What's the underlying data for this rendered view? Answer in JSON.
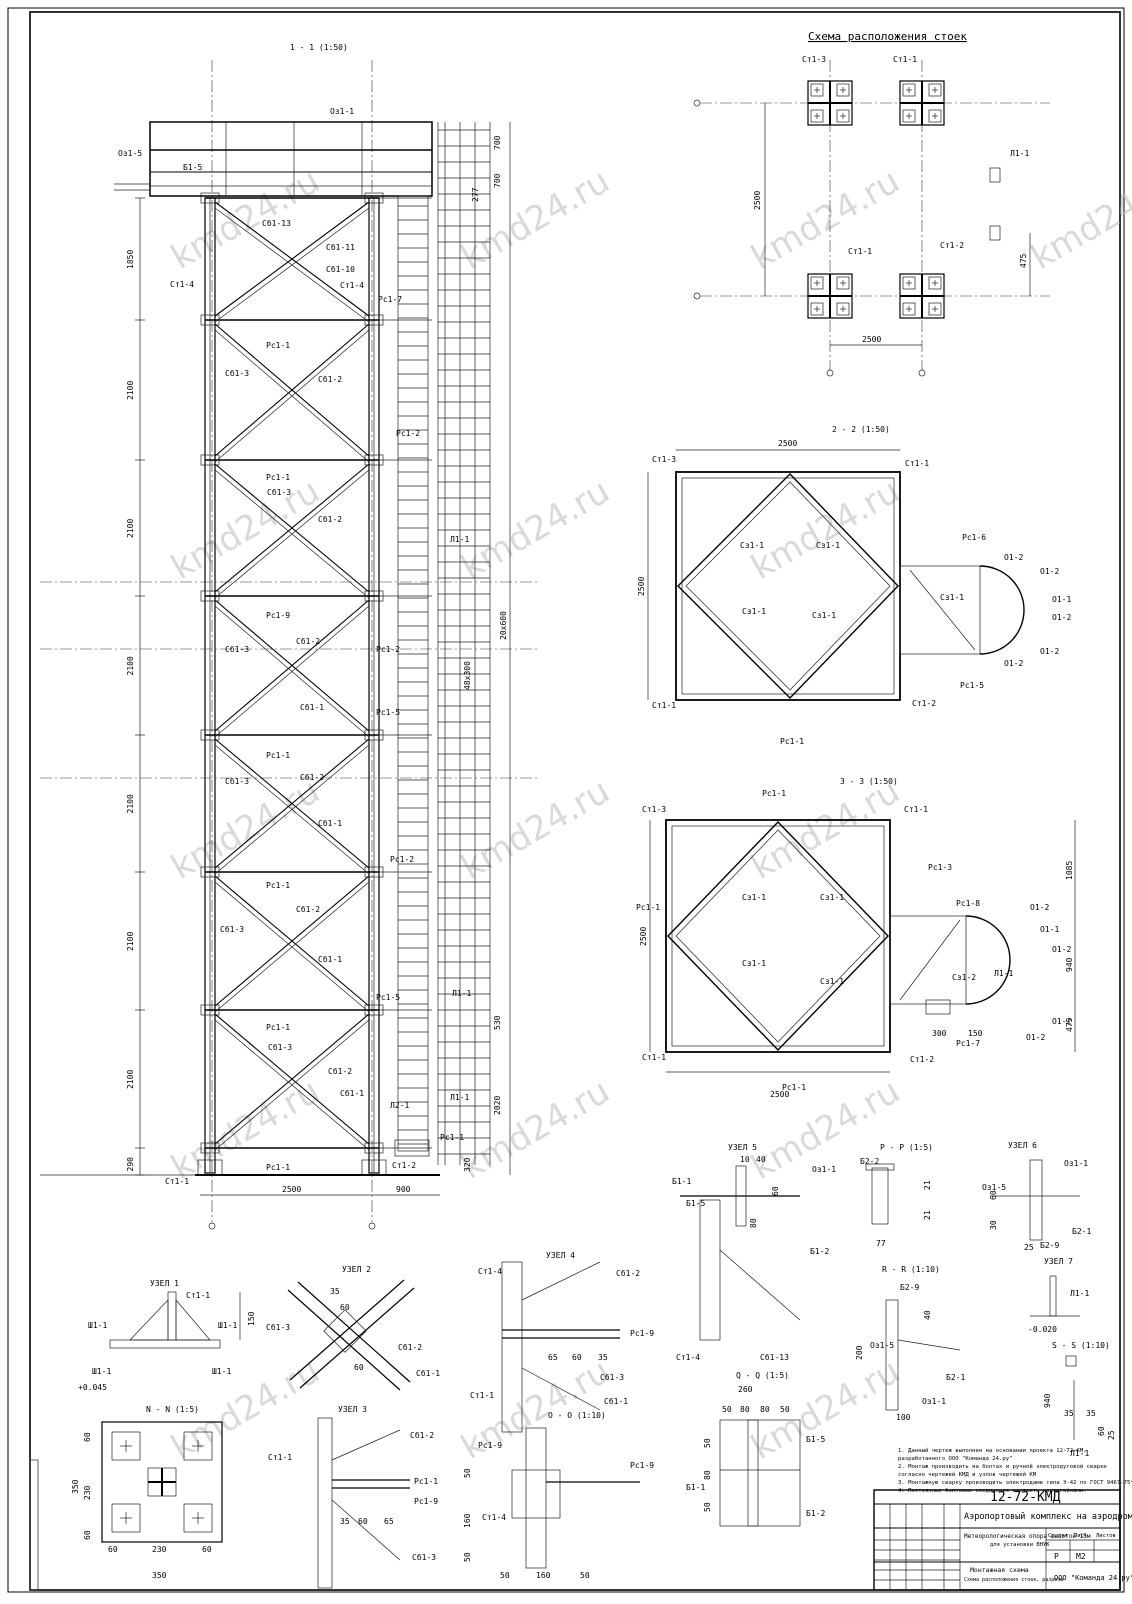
{
  "watermark": "kmd24.ru",
  "scheme_title": "Схема расположения стоек",
  "section_titles": {
    "s11": "1 - 1 (1:50)",
    "s22": "2 - 2 (1:50)",
    "s33": "3 - 3 (1:50)",
    "pp": "Р - Р (1:5)",
    "rr": "R - R (1:10)",
    "nn": "N - N (1:5)",
    "oo": "О - О (1:10)",
    "qq": "Q - Q (1:5)",
    "ss": "S - S (1:10)"
  },
  "nodes": {
    "n1": "УЗЕЛ 1",
    "n2": "УЗЕЛ 2",
    "n3": "УЗЕЛ 3",
    "n4": "УЗЕЛ 4",
    "n5": "УЗЕЛ 5",
    "n6": "УЗЕЛ 6",
    "n7": "УЗЕЛ 7"
  },
  "elev_dims": [
    "1850",
    "2100",
    "2100",
    "2100",
    "2100",
    "2100",
    "2100",
    "290"
  ],
  "right_dims": [
    "700",
    "700",
    "277",
    "20x600",
    "48x300",
    "530",
    "2020",
    "320"
  ],
  "bottom_dims": [
    "2500",
    "900"
  ],
  "scheme_dims": {
    "h": "2500",
    "w": "2500",
    "r": "475"
  },
  "s22_dims": {
    "w": "2500",
    "h": "2500"
  },
  "s33_dims": {
    "w": "2500",
    "h": "2500",
    "r1": "1085",
    "r2": "940",
    "r3": "475",
    "b1": "300",
    "b2": "150"
  },
  "labels": {
    "cm11": "Ст1-1",
    "cm12": "Ст1-2",
    "cm13": "Ст1-3",
    "cm14": "Ст1-4",
    "cm1": "Ст1-1",
    "sb11": "Сб1-1",
    "sb12": "Сб1-2",
    "sb13": "Сб1-3",
    "sb110": "Сб1-10",
    "sb111": "Сб1-11",
    "sb113": "Сб1-13",
    "pc11": "Рс1-1",
    "pc12": "Рс1-2",
    "pc13": "Рс1-3",
    "pc15": "Рс1-5",
    "pc16": "Рс1-6",
    "pc17": "Рс1-7",
    "pc18": "Рс1-8",
    "pc19": "Рс1-9",
    "oz11": "Оз1-1",
    "oz15": "Оз1-5",
    "b11": "Б1-1",
    "b15": "Б1-5",
    "b12": "Б1-2",
    "l11": "Л1-1",
    "l12": "Л2-1",
    "o12": "О1-2",
    "o11": "О1-1",
    "sz11": "Сз1-1",
    "sz12": "Сз1-2",
    "shi": "Ш1-1",
    "b22": "Б2-2",
    "b29": "Б2-9",
    "b21": "Б2-1"
  },
  "node_dims": {
    "d150": "150",
    "d35": "35",
    "d60": "60",
    "d65": "65",
    "d10": "10",
    "d40": "40",
    "d80": "80",
    "d21": "21",
    "d77": "77",
    "d30": "30",
    "d25": "25",
    "d200": "200",
    "d100": "100",
    "d260": "260",
    "d50": "50",
    "d160": "160",
    "d230": "230",
    "d350": "350",
    "d940": "940",
    "e0045": "+0.045",
    "e0020": "-0.020"
  },
  "notes": [
    "1. Данный чертеж выполнен на основании проекта 12-72-КМ,",
    "разработанного ООО \"Команда 24.ру\"",
    "2. Монтаж производить на болтах и ручной электродуговой сварке",
    "согласно чертежей КМД и узлов чертежей КМ",
    "3. Монтажную сварку производить электродами типа Э-42 по ГОСТ 9467-75*",
    "4. Постоянные болтовые соединения контрить контргайками."
  ],
  "stamp": {
    "code": "12-72-КМД",
    "project": "Аэропортовый комплекс на аэродроме \"Левашово\"",
    "object": "Метеорологическая опора высотой 15м",
    "object2": "для установки ВНУК",
    "sheet_name": "Монтажная схема",
    "sheet_name2": "Схема расположения стоек, разрезы",
    "stage_h": "Стадия",
    "sheet_h": "Лист",
    "sheets_h": "Листов",
    "stage": "Р",
    "sheet": "М2",
    "org": "ООО \"Команда 24.ру\""
  }
}
